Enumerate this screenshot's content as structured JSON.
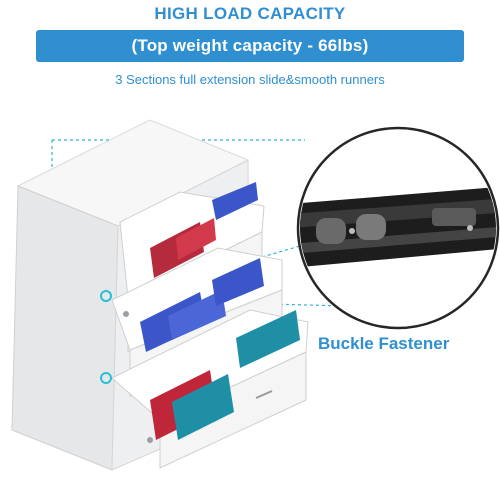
{
  "header": {
    "title": "HIGH LOAD CAPACITY",
    "banner": "(Top weight capacity - 66lbs)",
    "subtitle": "3 Sections full extension slide&smooth runners"
  },
  "callout": {
    "label": "Buckle Fastener"
  },
  "colors": {
    "accent": "#2f8fd0",
    "cabinet": "#f2f3f4",
    "binder_blue": "#3a56c8",
    "folder_red": "#c0263a",
    "folder_teal": "#1f8fa6",
    "runner_black": "#222222"
  }
}
